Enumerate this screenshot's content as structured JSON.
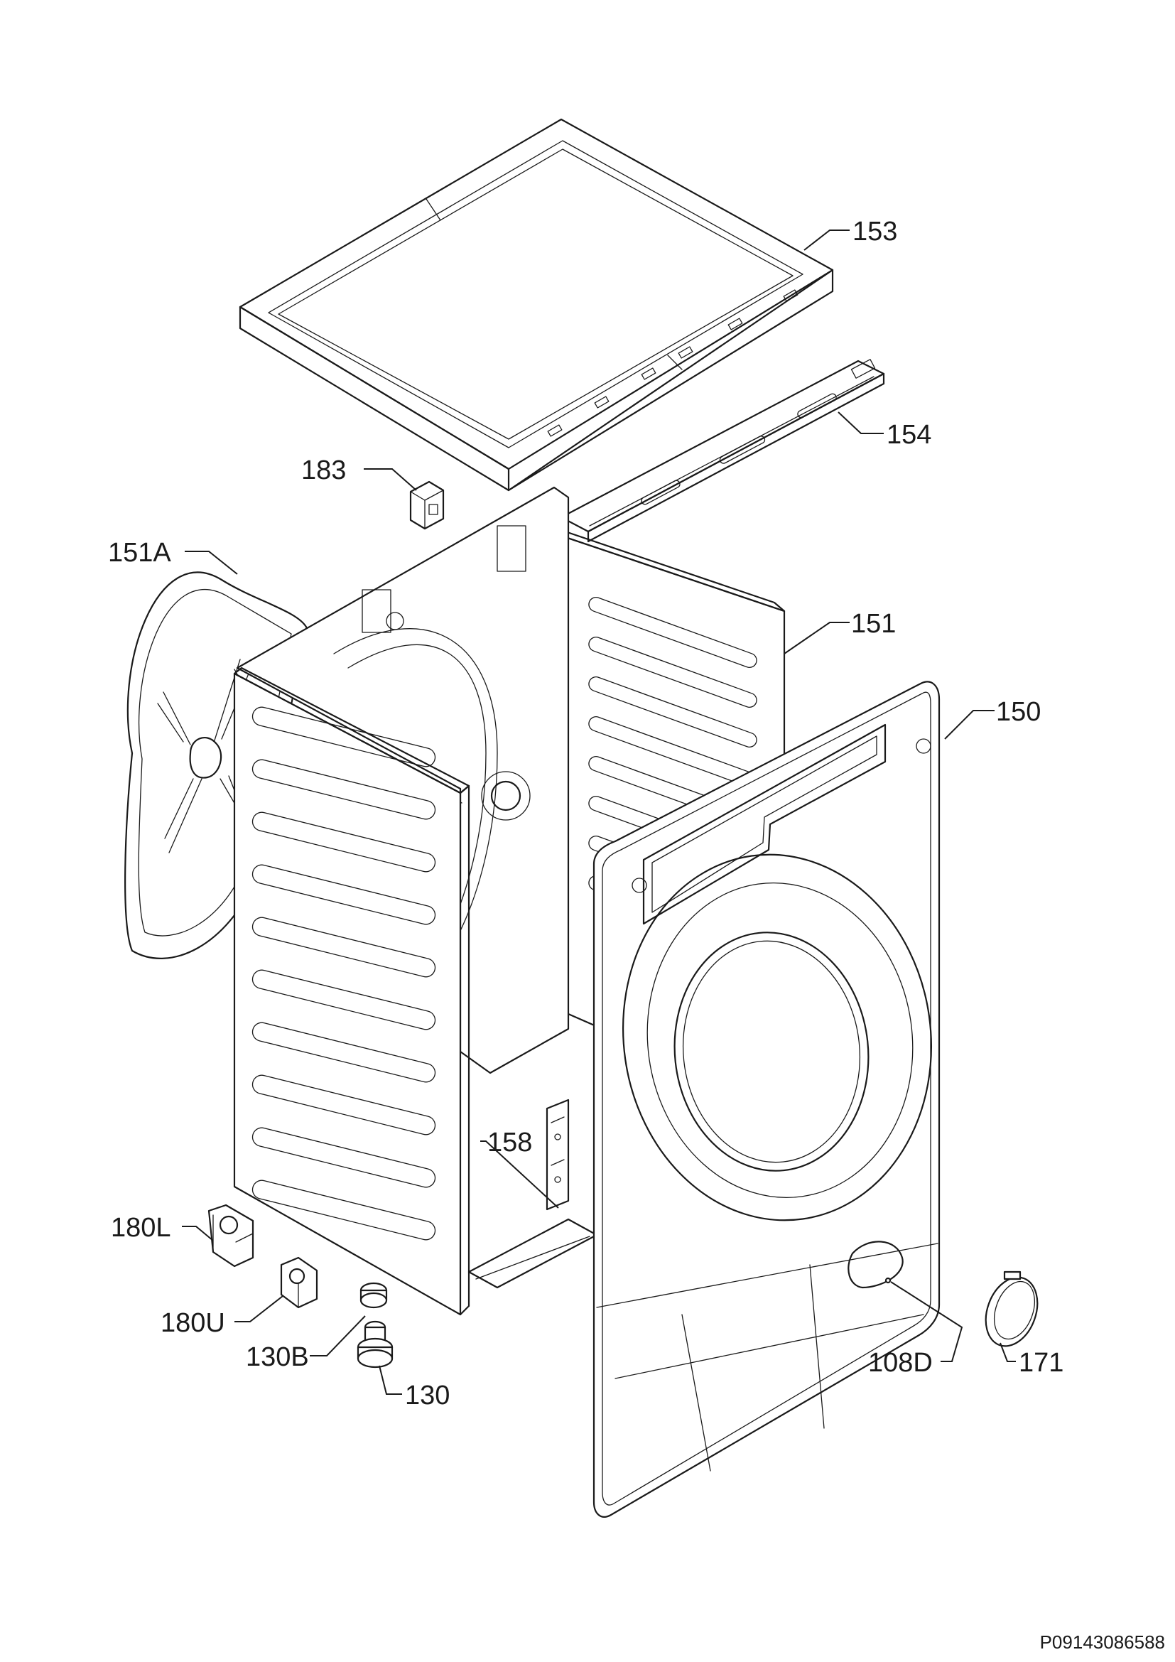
{
  "callouts": {
    "c153": "153",
    "c154": "154",
    "c183": "183",
    "c151A": "151A",
    "c151": "151",
    "c150": "150",
    "c158": "158",
    "c180L": "180L",
    "c180U": "180U",
    "c130B": "130B",
    "c130": "130",
    "c108D": "108D",
    "c171": "171"
  },
  "footer": {
    "drawing_code": "P09143086588"
  }
}
